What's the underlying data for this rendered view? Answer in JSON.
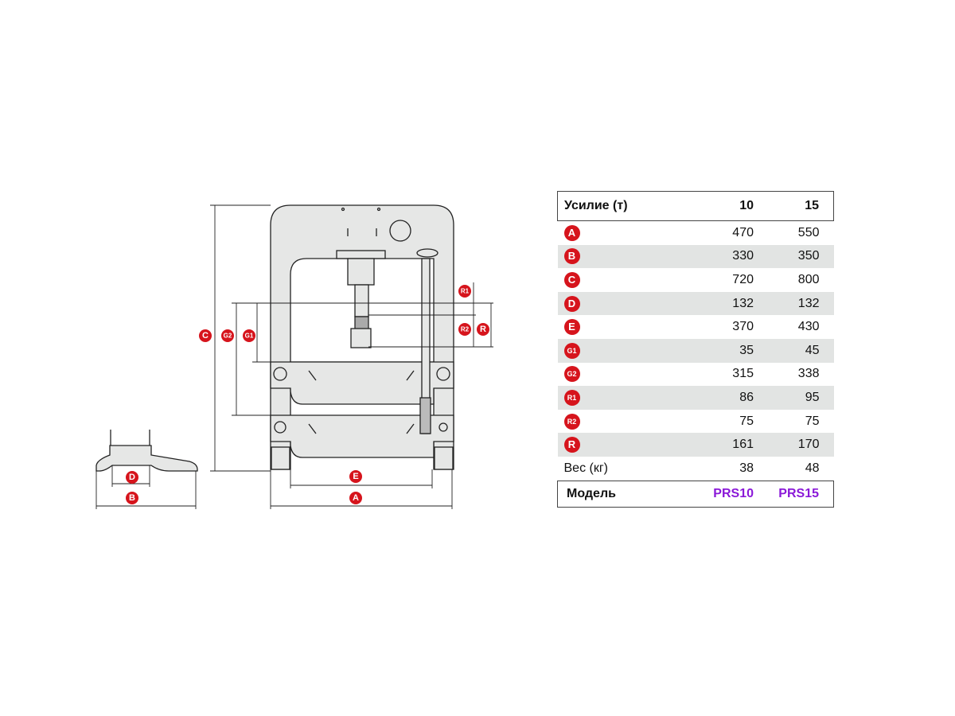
{
  "diagram": {
    "labels": {
      "A": "A",
      "B": "B",
      "C": "C",
      "D": "D",
      "E": "E",
      "G1": "G1",
      "G2": "G2",
      "R1": "R1",
      "R2": "R2",
      "R": "R"
    },
    "badge_color": "#d6141c"
  },
  "table": {
    "header": {
      "label": "Усилие (т)",
      "col1": "10",
      "col2": "15"
    },
    "rows": [
      {
        "badge": "A",
        "v1": "470",
        "v2": "550"
      },
      {
        "badge": "B",
        "v1": "330",
        "v2": "350"
      },
      {
        "badge": "C",
        "v1": "720",
        "v2": "800"
      },
      {
        "badge": "D",
        "v1": "132",
        "v2": "132"
      },
      {
        "badge": "E",
        "v1": "370",
        "v2": "430"
      },
      {
        "badge": "G1",
        "v1": "35",
        "v2": "45"
      },
      {
        "badge": "G2",
        "v1": "315",
        "v2": "338"
      },
      {
        "badge": "R1",
        "v1": "86",
        "v2": "95"
      },
      {
        "badge": "R2",
        "v1": "75",
        "v2": "75"
      },
      {
        "badge": "R",
        "v1": "161",
        "v2": "170"
      }
    ],
    "weight": {
      "label": "Вес (кг)",
      "v1": "38",
      "v2": "48"
    },
    "model": {
      "label": "Модель",
      "v1": "PRS10",
      "v2": "PRS15"
    },
    "model_color": "#8a18d8",
    "shade_color": "#e2e4e3"
  }
}
